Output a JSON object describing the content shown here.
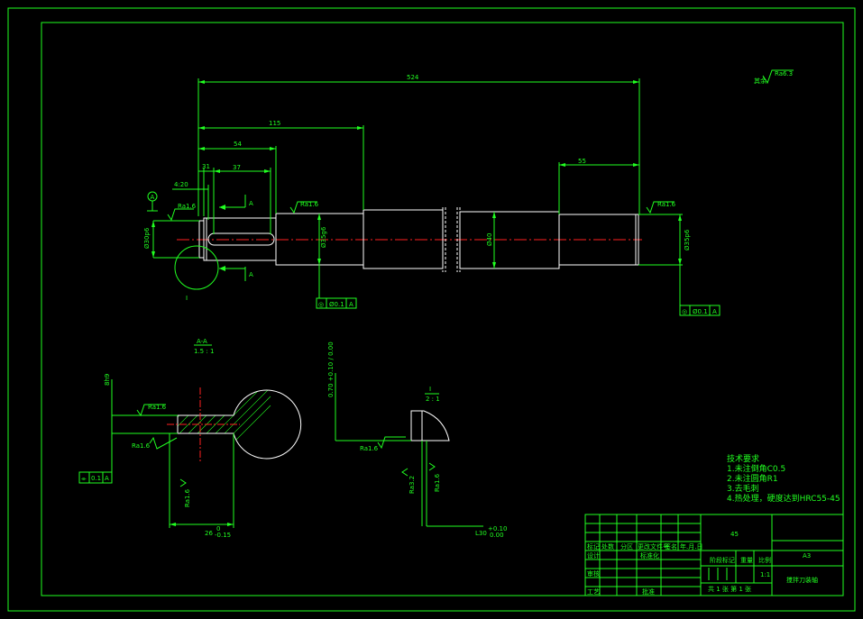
{
  "dimensions": {
    "overall": "524",
    "d115": "115",
    "d54": "54",
    "d37": "37",
    "d31": "31",
    "d4": "4:20",
    "d55": "55",
    "dia_left": "Ø30p6",
    "dia_mid": "Ø35g6",
    "dia_center": "Ø40",
    "dia_right": "Ø35p6",
    "section_width": "26",
    "section_tol_top": "0",
    "section_tol_bot": "-0.15",
    "section_depth": "8h9",
    "detail_len": "L30",
    "detail_tol_top": "+0.10",
    "detail_tol_bot": "0.00",
    "detail_vert_tol": "0.70 +0.10 / 0.00"
  },
  "roughness": {
    "general_label": "其余",
    "general_value": "Ra6.3",
    "ra16_a": "Ra1.6",
    "ra16_b": "Ra1.6",
    "ra16_c": "Ra1.6",
    "ra16_d": "Ra1.6",
    "ra16_e": "Ra1.6",
    "ra16_f": "Ra1.6",
    "ra16_g": "Ra1.6",
    "ra32": "Ra3.2"
  },
  "datum": {
    "a_top": "A",
    "a_sec": "A"
  },
  "tolerance_frames": {
    "mid": {
      "symbol": "◎",
      "value": "Ø0.1",
      "datum": "A"
    },
    "right": {
      "symbol": "◎",
      "value": "Ø0.1",
      "datum": "A"
    },
    "section": {
      "symbol": "⌯",
      "value": "0.1",
      "datum": "A"
    }
  },
  "views": {
    "section_title": "A-A",
    "section_scale": "1.5 : 1",
    "detail_title": "I",
    "detail_scale": "2 : 1",
    "detail_marker": "I",
    "cut_a1": "A",
    "cut_a2": "A"
  },
  "tech_requirements": {
    "title": "技术要求",
    "items": [
      "1.未注倒角C0.5",
      "2.未注圆角R1",
      "3.去毛刺",
      "4.热处理，硬度达到HRC55-45"
    ]
  },
  "title_block": {
    "material": "45",
    "part_name": "搅拌刀装轴",
    "sheet": "A3",
    "headers": [
      "标记",
      "处数",
      "分区",
      "更改文件号",
      "签名",
      "年.月.日"
    ],
    "design": "设计",
    "standard": "标准化",
    "check": "审核",
    "process": "工艺",
    "approve": "批准",
    "stage": "阶段标记",
    "weight": "重量",
    "scale_label": "比例",
    "scale": "1:1",
    "sheets": "共 1 张 第 1 张"
  }
}
